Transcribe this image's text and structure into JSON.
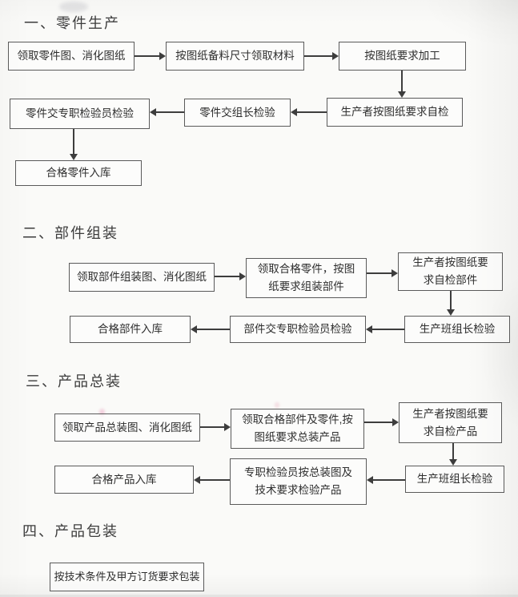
{
  "colors": {
    "ink": "#3d3d3d",
    "box_border": "#5a5a5a",
    "paper": "#fafaf8",
    "text": "#2e2e2e"
  },
  "sections": [
    {
      "heading": "一、零件生产",
      "boxes": [
        {
          "label": "领取零件图、消化图纸"
        },
        {
          "label": "按图纸备料尺寸领取材料"
        },
        {
          "label": "按图纸要求加工"
        },
        {
          "label": "生产者按图纸要求自检"
        },
        {
          "label": "零件交组长检验"
        },
        {
          "label": "零件交专职检验员检验"
        },
        {
          "label": "合格零件入库"
        }
      ]
    },
    {
      "heading": "二、部件组装",
      "boxes": [
        {
          "label": "领取部件组装图、消化图纸"
        },
        {
          "label": "领取合格零件，按图纸要求组装部件"
        },
        {
          "label": "生产者按图纸要求自检部件"
        },
        {
          "label": "生产班组长检验"
        },
        {
          "label": "部件交专职检验员检验"
        },
        {
          "label": "合格部件入库"
        }
      ]
    },
    {
      "heading": "三、产品总装",
      "boxes": [
        {
          "label": "领取产品总装图、消化图纸"
        },
        {
          "label": "领取合格部件及零件,按图纸要求总装产品"
        },
        {
          "label": "生产者按图纸要求自检产品"
        },
        {
          "label": "生产班组长检验"
        },
        {
          "label": "专职检验员按总装图及技术要求检验产品"
        },
        {
          "label": "合格产品入库"
        }
      ]
    },
    {
      "heading": "四、产品包装",
      "boxes": [
        {
          "label": "按技术条件及甲方订货要求包装"
        }
      ]
    }
  ]
}
